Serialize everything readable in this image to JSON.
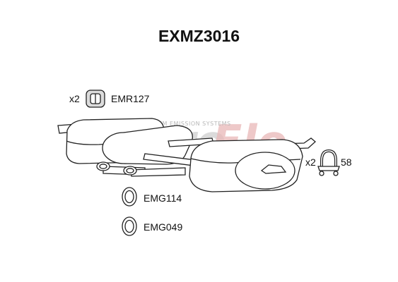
{
  "title": "EXMZ3016",
  "watermark": {
    "brand": "EuroFlo",
    "tagline": "PREMIUM EMISSION SYSTEMS"
  },
  "parts": {
    "rubber_mount": {
      "qty": "x2",
      "code": "EMR127"
    },
    "clamp": {
      "qty": "x2",
      "code": "58"
    },
    "gasket_1": {
      "code": "EMG114"
    },
    "gasket_2": {
      "code": "EMG049"
    }
  },
  "colors": {
    "outline": "#222222",
    "part_fill": "#ffffff",
    "watermark_grey": "#c9c9c9",
    "watermark_red": "#e8b4b4",
    "mount_fill": "#dddddd"
  }
}
